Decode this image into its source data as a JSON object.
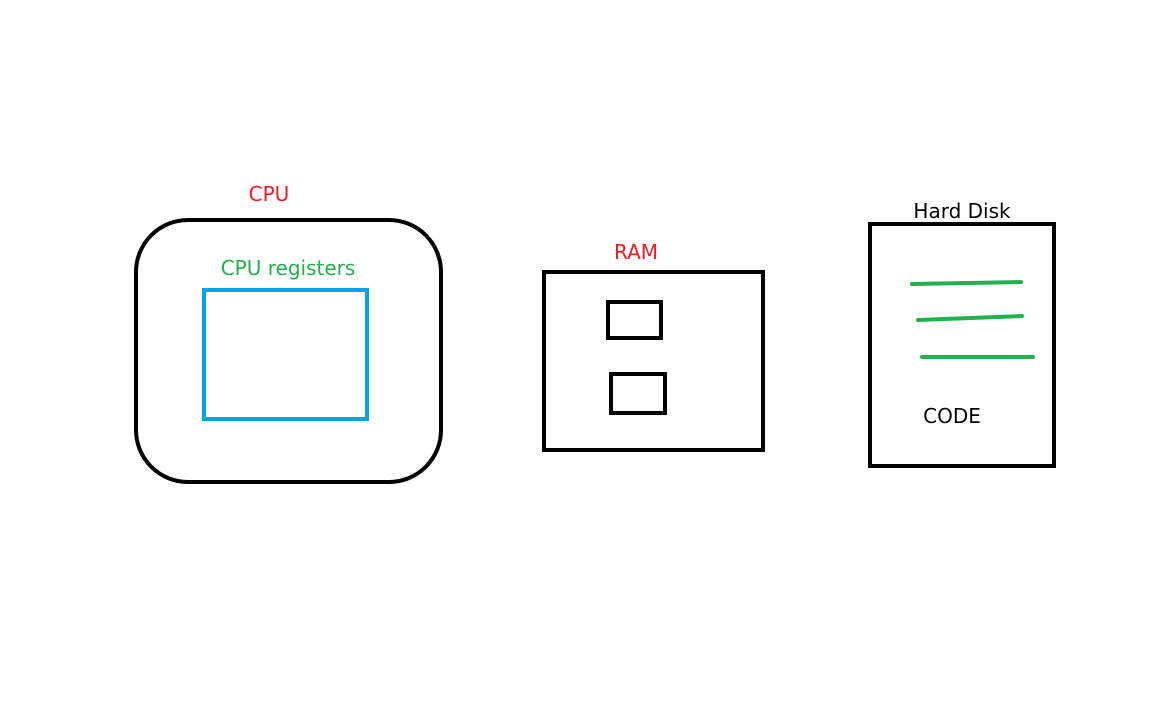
{
  "diagram": {
    "cpu": {
      "label": "CPU",
      "registers_label": "CPU registers"
    },
    "ram": {
      "label": "RAM"
    },
    "hard_disk": {
      "label": "Hard Disk",
      "code_label": "CODE"
    }
  },
  "colors": {
    "outline": "#000000",
    "cpu_label": "#ed1c24",
    "registers": "#00a2e8",
    "registers_label": "#22b14c",
    "ram_label": "#ed1c24",
    "disk_lines": "#22b14c",
    "disk_label": "#000000",
    "code_label": "#000000",
    "background": "#ffffff"
  }
}
